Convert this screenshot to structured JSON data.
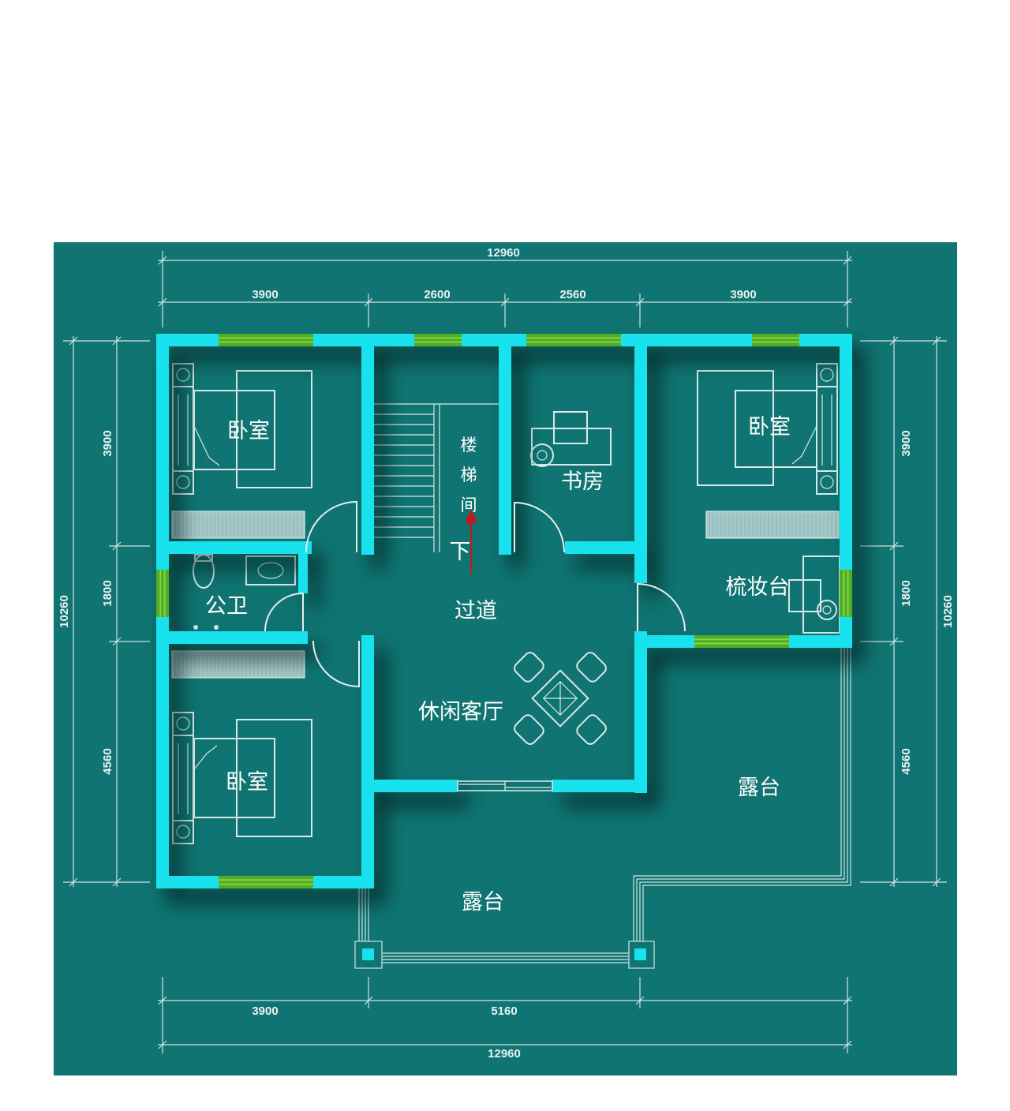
{
  "plan": {
    "dimensions": {
      "top_total": "12960",
      "top": [
        "3900",
        "2600",
        "2560",
        "3900"
      ],
      "bottom": [
        "3900",
        "5160"
      ],
      "bottom_total": "12960",
      "left_total": "10260",
      "left": [
        "3900",
        "1800",
        "4560"
      ],
      "right": [
        "3900",
        "1800",
        "4560"
      ],
      "right_total": "10260"
    },
    "rooms": {
      "bedroom_nw": "卧室",
      "stairwell": [
        "楼",
        "梯",
        "间"
      ],
      "stair_down": "下",
      "study": "书房",
      "bedroom_ne": "卧室",
      "dressing_table": "梳妆台",
      "bathroom": "公卫",
      "corridor": "过道",
      "lounge": "休闲客厅",
      "bedroom_sw": "卧室",
      "terrace_east": "露台",
      "terrace_south": "露台"
    }
  },
  "colors": {
    "background": "#0f7472",
    "wall": "#17e2ee",
    "window": "#4fae22",
    "window_light": "#86d14a",
    "arrow": "#cc1419",
    "wardrobe": "#bfd8d7"
  }
}
